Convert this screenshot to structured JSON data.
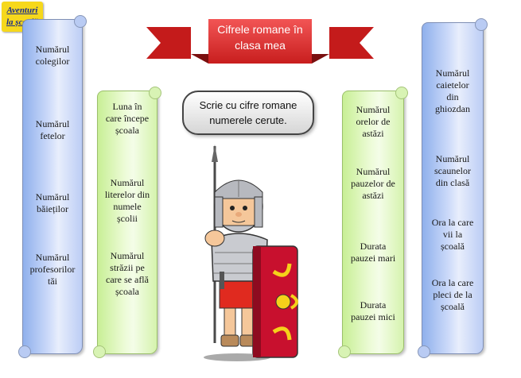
{
  "logo": {
    "line1": "Aventuri",
    "line2": "la școală"
  },
  "title": {
    "line1": "Cifrele romane în",
    "line2": "clasa mea",
    "ribbon_color": "#e02020"
  },
  "instruction": {
    "line1": "Scrie cu cifre romane",
    "line2": "numerele cerute."
  },
  "scroll1": {
    "color": "blue",
    "items": [
      [
        "Numărul",
        "colegilor"
      ],
      [
        "Numărul",
        "fetelor"
      ],
      [
        "Numărul",
        "băieților"
      ],
      [
        "Numărul",
        "profesorilor",
        "tăi"
      ]
    ]
  },
  "scroll2": {
    "color": "green",
    "items": [
      [
        "Luna în",
        "care începe",
        "școala"
      ],
      [
        "Numărul",
        "literelor din",
        "numele",
        "școlii"
      ],
      [
        "Numărul",
        "străzii pe",
        "care se află",
        "școala"
      ]
    ]
  },
  "scroll3": {
    "color": "green",
    "items": [
      [
        "Numărul",
        "orelor de",
        "astăzi"
      ],
      [
        "Numărul",
        "pauzelor de",
        "astăzi"
      ],
      [
        "Durata",
        "pauzei mari"
      ],
      [
        "Durata",
        "pauzei mici"
      ]
    ]
  },
  "scroll4": {
    "color": "blue",
    "items": [
      [
        "Numărul",
        "caietelor",
        "din",
        "ghiozdan"
      ],
      [
        "Numărul",
        "scaunelor",
        "din clasă"
      ],
      [
        "Ora la care",
        "vii la",
        "școală"
      ],
      [
        "Ora la care",
        "pleci de la",
        "școală"
      ]
    ]
  }
}
